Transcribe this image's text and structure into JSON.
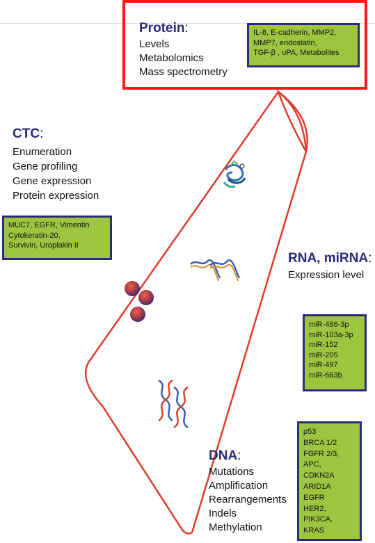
{
  "protein": {
    "title": "Protein",
    "colon": ":",
    "items": [
      "Levels",
      "Metabolomics",
      "Mass spectrometry"
    ],
    "markers": [
      "IL-8, E-cadherin, MMP2,",
      "MMP7, endostatin,",
      "TGF-β , uPA, Metabolites"
    ]
  },
  "ctc": {
    "title": "CTC",
    "colon": ":",
    "items": [
      "Enumeration",
      "Gene profiling",
      "Gene expression",
      "Protein expression"
    ],
    "markers": [
      "MUC7, EGFR, Vimentin",
      "Cytokeratin-20,",
      "Survivin, Uroplakin II"
    ]
  },
  "rna": {
    "title": "RNA, miRNA",
    "colon": ":",
    "items": [
      "Expression level"
    ],
    "markers": [
      "miR-486-3p",
      "miR-103a-3p",
      "miR-152",
      "miR-205",
      "miR-497",
      "miR-663b"
    ]
  },
  "dna": {
    "title": "DNA",
    "colon": ":",
    "items": [
      "Mutations",
      "Amplification",
      "Rearrangements",
      "Indels",
      "Methylation"
    ],
    "markers": [
      "p53",
      "BRCA 1/2",
      "FGFR 2/3,",
      "APC,",
      "CDKN2A",
      "ARID1A",
      "EGFR",
      "HER2,",
      "PIK3CA,",
      "KRAS"
    ]
  },
  "colors": {
    "highlight": "#ff1616",
    "tube_outline": "#e03a2e",
    "box_fill": "#9cc640",
    "box_border": "#2b2d73",
    "heading": "#2a2a7a"
  }
}
